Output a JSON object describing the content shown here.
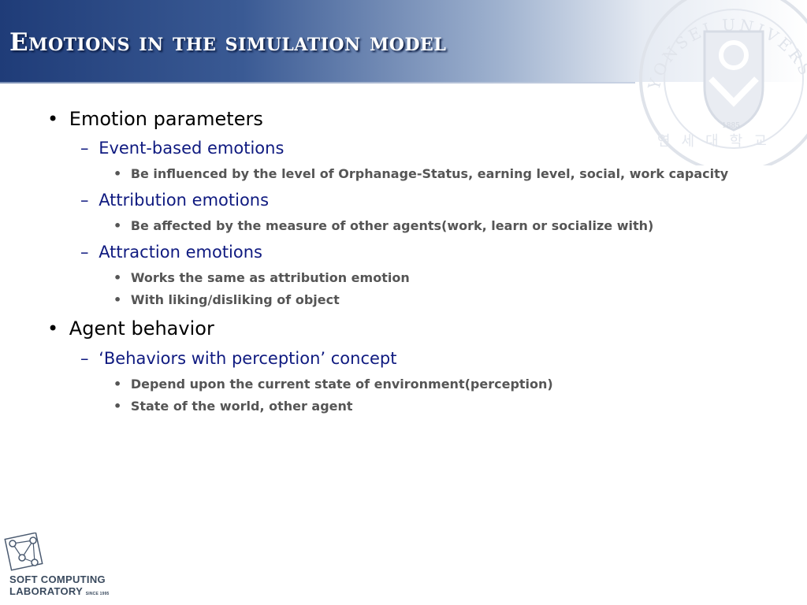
{
  "slide": {
    "title": "Emotions in the simulation model"
  },
  "outline": [
    {
      "level": 1,
      "bullet": "•",
      "text": "Emotion parameters"
    },
    {
      "level": 2,
      "bullet": "–",
      "text": "Event-based emotions"
    },
    {
      "level": 3,
      "bullet": "•",
      "text": "Be influenced by the level of Orphanage-Status, earning level, social, work capacity"
    },
    {
      "level": 2,
      "bullet": "–",
      "text": "Attribution emotions"
    },
    {
      "level": 3,
      "bullet": "•",
      "text": "Be affected by the measure of other agents(work, learn or socialize with)"
    },
    {
      "level": 2,
      "bullet": "–",
      "text": "Attraction emotions"
    },
    {
      "level": 3,
      "bullet": "•",
      "text": "Works the same as attribution emotion"
    },
    {
      "level": 3,
      "bullet": "•",
      "text": "With liking/disliking of object"
    },
    {
      "level": 1,
      "bullet": "•",
      "text": "Agent behavior"
    },
    {
      "level": 2,
      "bullet": "–",
      "text": "‘Behaviors with perception’ concept"
    },
    {
      "level": 3,
      "bullet": "•",
      "text": "Depend upon the current state of environment(perception)"
    },
    {
      "level": 3,
      "bullet": "•",
      "text": "State of the world, other agent"
    }
  ],
  "seal": {
    "icon": "yonsei-university-seal-watermark",
    "ring_text": "YONSEI UNIVERSITY",
    "year": "1885",
    "korean_text": "연세대학교"
  },
  "logo": {
    "icon": "network-graph-logo",
    "line1": "SOFT COMPUTING",
    "line2": "LABORATORY",
    "since": "SINCE 1995"
  },
  "colors": {
    "title_text": "#ffffff",
    "level1_text": "#000000",
    "level2_text": "#0f1a80",
    "level3_text": "#555555",
    "title_bar_dark": "#1f3c78"
  }
}
